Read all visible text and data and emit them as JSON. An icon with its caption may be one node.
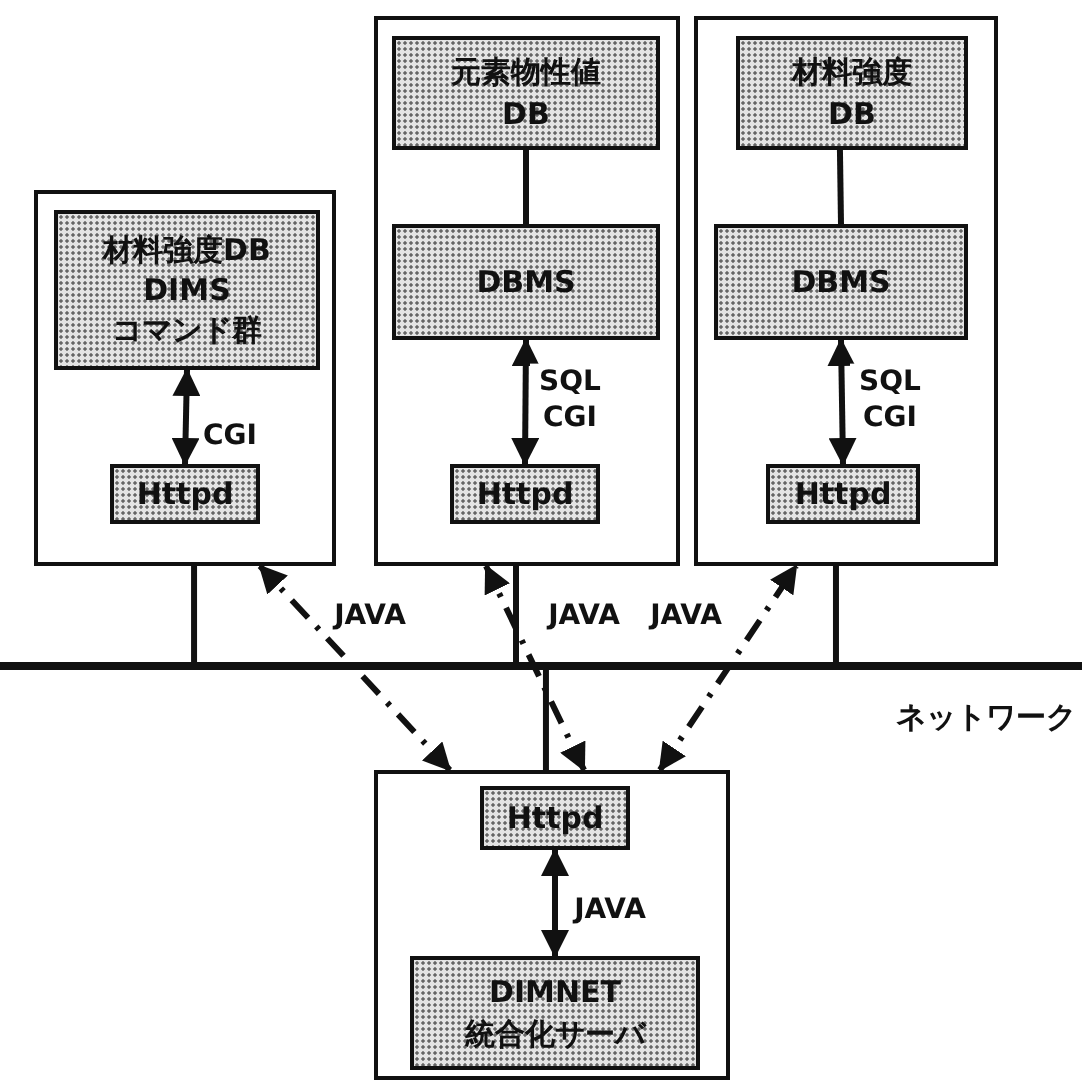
{
  "diagram": {
    "nodes": [
      {
        "text": [],
        "shape": "box"
      },
      {
        "text": [
          "材料強度DB DIMS コマンド群"
        ],
        "in": 0
      },
      {
        "text": [
          "Httpd"
        ],
        "in": 0
      },
      {
        "text": [],
        "shape": "box"
      },
      {
        "text": [
          "元素物性値 DB"
        ],
        "in": 3
      },
      {
        "text": [
          "DBMS"
        ],
        "in": 3
      },
      {
        "text": [
          "Httpd"
        ],
        "in": 3
      },
      {
        "text": [],
        "shape": "box"
      },
      {
        "text": [
          "材料強度 DB"
        ],
        "in": 7
      },
      {
        "text": [
          "DBMS"
        ],
        "in": 7
      },
      {
        "text": [
          "Httpd"
        ],
        "in": 7
      },
      {
        "text": [],
        "shape": "box"
      },
      {
        "text": [
          "Httpd"
        ],
        "in": 11
      },
      {
        "text": [
          "DIMNET 統合化サーバ"
        ],
        "in": 11
      },
      {
        "text": [],
        "shape": "bar",
        "beside": [
          "ネットワーク"
        ]
      }
    ],
    "edges": [
      {
        "from": 1,
        "to": 2,
        "arrow": "both",
        "label": "CGI"
      },
      {
        "from": 4,
        "to": 5,
        "arrow": "none"
      },
      {
        "from": 5,
        "to": 6,
        "arrow": "both",
        "label": "SQL CGI"
      },
      {
        "from": 8,
        "to": 9,
        "arrow": "none"
      },
      {
        "from": 9,
        "to": 10,
        "arrow": "both",
        "label": "SQL CGI"
      },
      {
        "from": 12,
        "to": 13,
        "arrow": "both",
        "label": "JAVA"
      },
      {
        "from": 11,
        "to": 0,
        "arrow": "both",
        "label": "JAVA",
        "style": "dashed"
      },
      {
        "from": 11,
        "to": 3,
        "arrow": "both",
        "label": "JAVA",
        "style": "dashed"
      },
      {
        "from": 11,
        "to": 7,
        "arrow": "both",
        "label": "JAVA",
        "style": "dashed"
      },
      {
        "from": 0,
        "to": 14,
        "arrow": "none"
      },
      {
        "from": 3,
        "to": 14,
        "arrow": "none"
      },
      {
        "from": 7,
        "to": 14,
        "arrow": "none"
      },
      {
        "from": 11,
        "to": 14,
        "arrow": "none"
      }
    ]
  }
}
